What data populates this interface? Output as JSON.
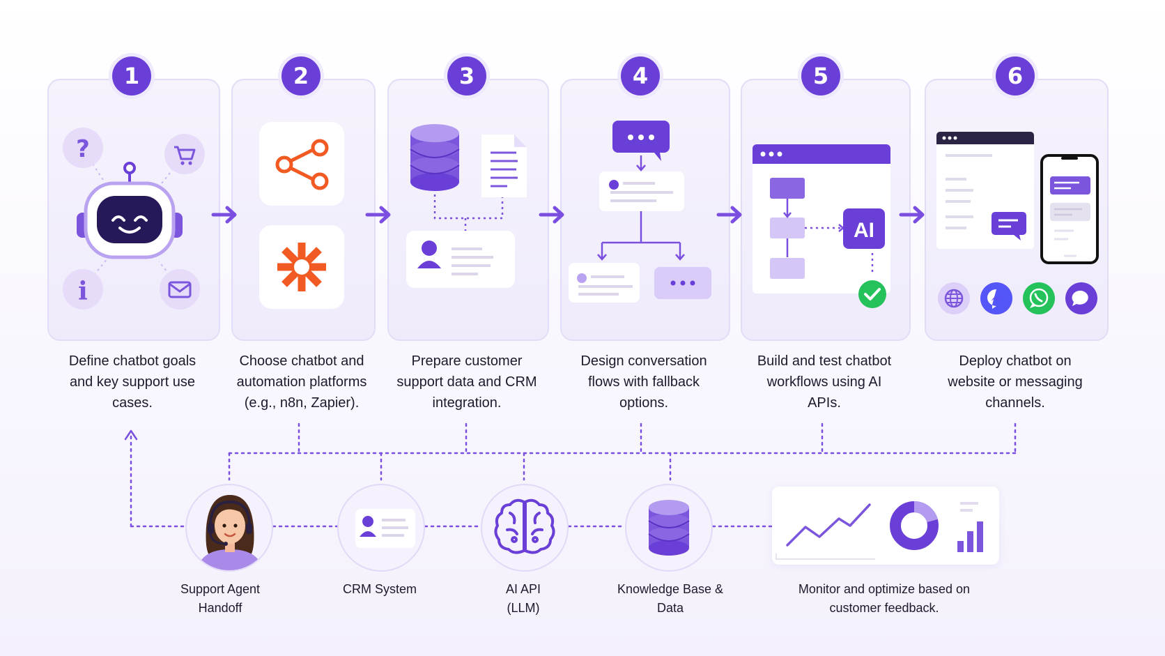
{
  "steps": [
    {
      "number": "1",
      "caption": "Define chatbot goals and key support use cases."
    },
    {
      "number": "2",
      "caption": "Choose chatbot and automation platforms (e.g., n8n, Zapier)."
    },
    {
      "number": "3",
      "caption": "Prepare customer support data and CRM integration."
    },
    {
      "number": "4",
      "caption": "Design conversation flows with fallback options."
    },
    {
      "number": "5",
      "caption": "Build and test chatbot workflows using AI APIs."
    },
    {
      "number": "6",
      "caption": "Deploy chatbot on website or messaging channels."
    }
  ],
  "step5_ai_label": "AI",
  "bottom": [
    {
      "label": "Support Agent Handoff"
    },
    {
      "label": "CRM System"
    },
    {
      "label": "AI API (LLM)"
    },
    {
      "label": "Knowledge Base & Data"
    },
    {
      "label": "Monitor and optimize based on customer feedback."
    }
  ],
  "colors": {
    "accent": "#6a3fd8",
    "light": "#ede7fb",
    "orange": "#f15a22",
    "green": "#25c25c"
  },
  "icons": [
    "robot-icon",
    "question-icon",
    "cart-icon",
    "info-icon",
    "mail-icon",
    "n8n-icon",
    "zapier-icon",
    "database-icon",
    "document-icon",
    "contact-card-icon",
    "chat-bubble-icon",
    "flowchart-icon",
    "browser-window-icon",
    "checkmark-icon",
    "phone-icon",
    "globe-icon",
    "messenger-icon",
    "whatsapp-icon",
    "chat-icon",
    "agent-avatar-icon",
    "brain-icon",
    "line-chart-icon",
    "donut-chart-icon",
    "bar-chart-icon"
  ]
}
